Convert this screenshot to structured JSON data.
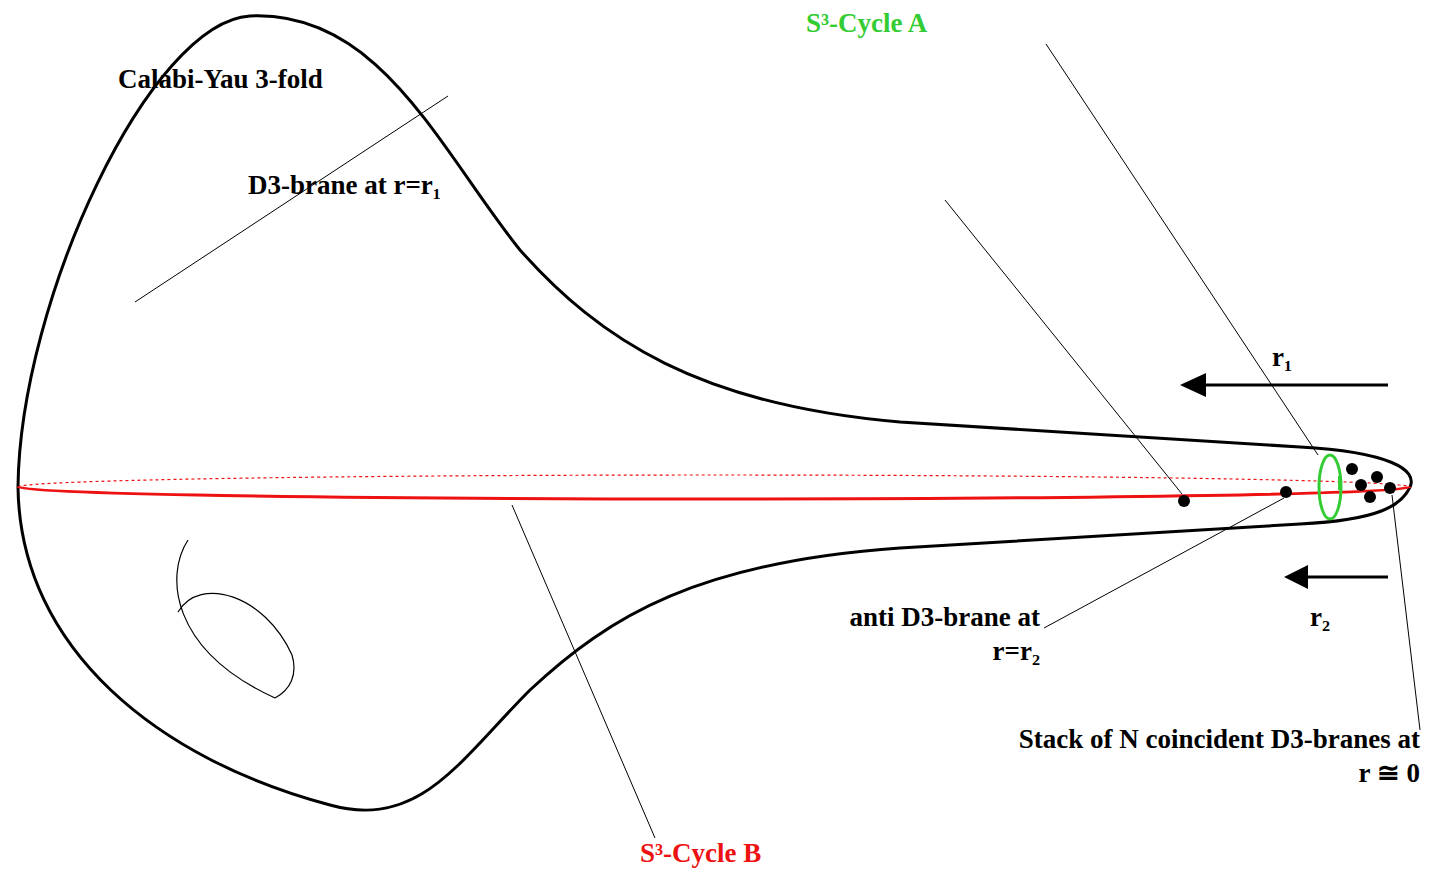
{
  "diagram": {
    "labels": [
      "Calabi-Yau 3-fold",
      "S³-Cycle A",
      "D3-brane at r=r₁",
      "r₁",
      "r₂",
      "anti D3-brane at r=r₂",
      "Stack of N coincident D3-branes at r ≅ 0",
      "S³-Cycle B"
    ]
  }
}
